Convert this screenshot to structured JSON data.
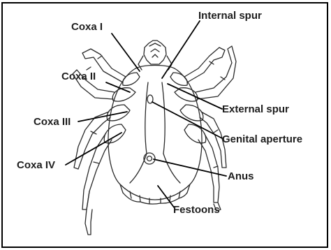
{
  "figure": {
    "labels": {
      "coxa_i": "Coxa I",
      "internal_spur": "Internal spur",
      "coxa_ii": "Coxa II",
      "external_spur": "External spur",
      "coxa_iii": "Coxa III",
      "genital_aperture": "Genital aperture",
      "coxa_iv": "Coxa IV",
      "anus": "Anus",
      "festoons": "Festoons"
    },
    "colors": {
      "line": "#2a2a2a",
      "text": "#1e1e1e",
      "frame": "#000000",
      "background": "#ffffff"
    }
  }
}
